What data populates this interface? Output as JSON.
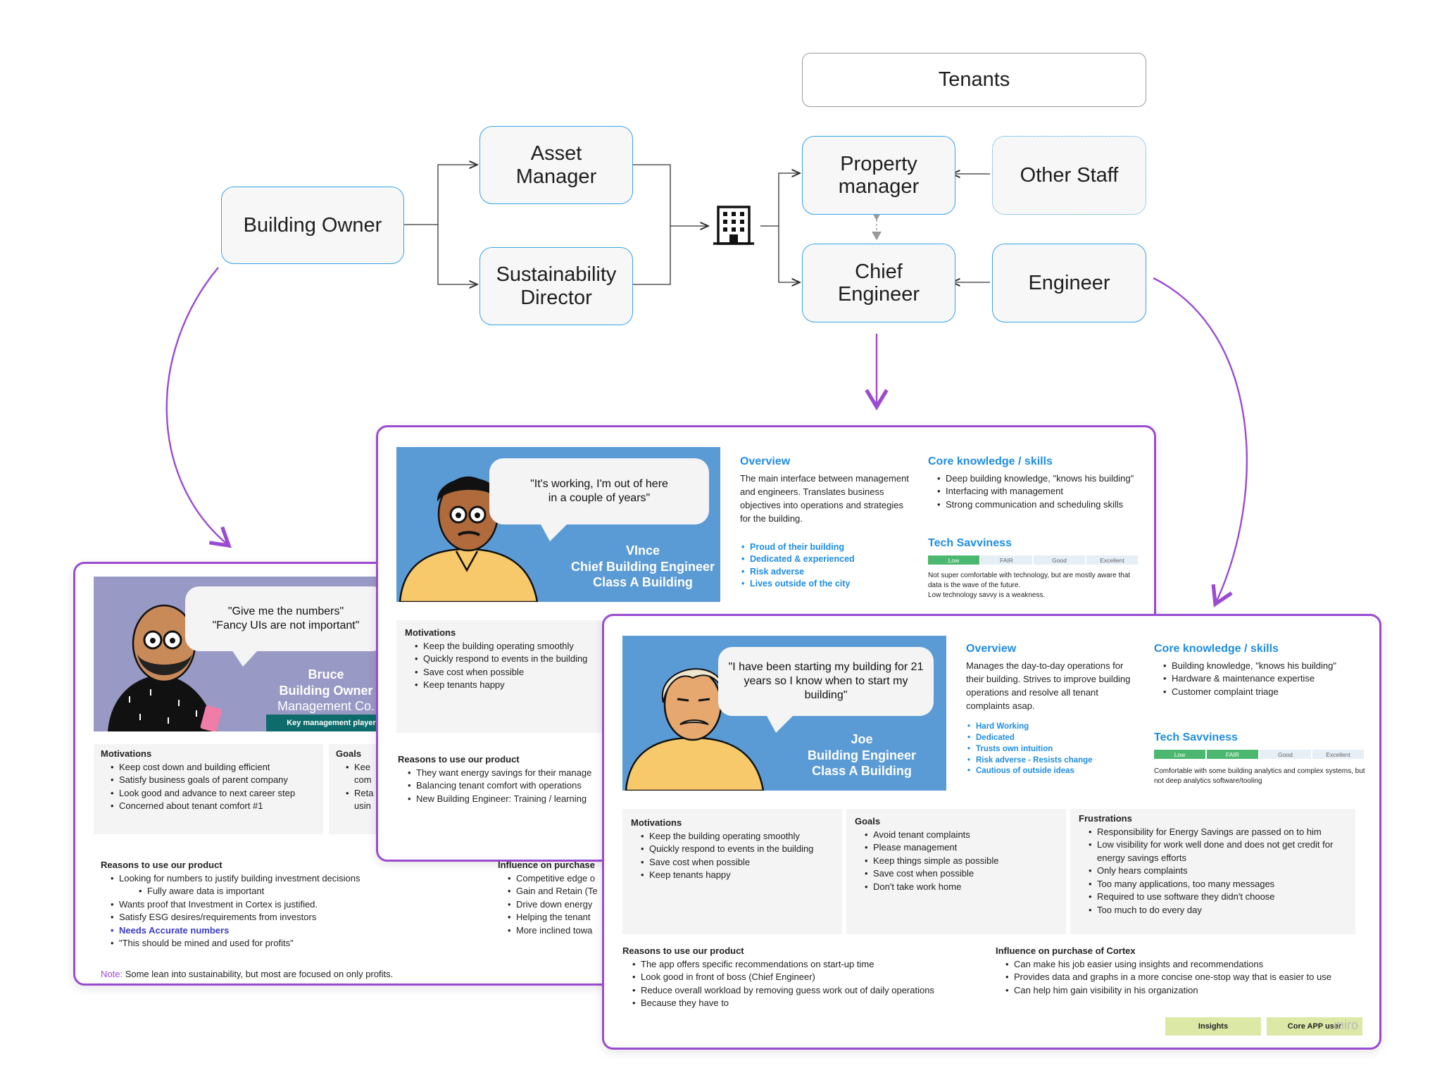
{
  "org": {
    "building_owner": "Building Owner",
    "asset_manager": "Asset\nManager",
    "sustainability_director": "Sustainability\nDirector",
    "tenants": "Tenants",
    "property_manager": "Property\nmanager",
    "other_staff": "Other Staff",
    "chief_engineer": "Chief\nEngineer",
    "engineer": "Engineer",
    "building_icon": "building-icon"
  },
  "bruce": {
    "quote": "\"Give me the numbers\"\n\"Fancy UIs are not important\"",
    "name": "Bruce",
    "role": "Building Owner",
    "company": "Management Co.",
    "badge": "Key management player",
    "motivations_title": "Motivations",
    "motivations": [
      "Keep cost down and building efficient",
      "Satisfy business goals of parent company",
      "Look good and advance to next career step",
      "Concerned about tenant comfort #1"
    ],
    "goals_title": "Goals",
    "goals": [
      "Kee",
      "com",
      "Reta",
      "usin"
    ],
    "reasons_title": "Reasons to use our product",
    "reasons": [
      "Looking for numbers to justify building investment decisions",
      "Wants proof that Investment in Cortex is justified.",
      "Satisfy ESG desires/requirements from investors",
      "Needs Accurate numbers",
      "\"This should be mined and used for profits\""
    ],
    "reasons_sub": "Fully aware data is important",
    "influence_title": "Influence on purchase",
    "influence": [
      "Competitive edge o",
      "Gain and Retain (Te",
      "Drive down energy",
      "Helping the tenant",
      "More inclined towa"
    ],
    "note_label": "Note:",
    "note": "Some lean into sustainability, but most are focused on only profits."
  },
  "vince": {
    "quote": "\"It's working, I'm out of here\nin a couple of years\"",
    "name": "VInce",
    "role": "Chief Building Engineer",
    "building": "Class A Building",
    "overview_title": "Overview",
    "overview": "The main interface between management and engineers. Translates business objectives into operations and strategies for the building.",
    "traits": [
      "Proud of their building",
      "Dedicated & experienced",
      "Risk adverse",
      "Lives outside of the city"
    ],
    "core_title": "Core knowledge / skills",
    "core": [
      "Deep building knowledge, \"knows his building\"",
      "Interfacing with management",
      "Strong communication and scheduling skills"
    ],
    "tech_title": "Tech Savviness",
    "scale": [
      "Low",
      "FAIR",
      "Good",
      "Excellent"
    ],
    "tech_level": 1,
    "tech_note": "Not super comfortable with technology, but are mostly aware that data is the wave of the future.\nLow technology savvy is a weakness.",
    "motivations_title": "Motivations",
    "motivations": [
      "Keep the building operating smoothly",
      "Quickly respond to events in the building",
      "Save cost when possible",
      "Keep tenants happy"
    ],
    "reasons_title": "Reasons to use our product",
    "reasons": [
      "They want energy savings for their manage",
      "Balancing tenant comfort with operations",
      "New Building Engineer: Training / learning"
    ]
  },
  "joe": {
    "quote": "\"I have been starting my building for 21\nyears so I know when to start my\nbuilding\"",
    "name": "Joe",
    "role": "Building Engineer",
    "building": "Class A Building",
    "overview_title": "Overview",
    "overview": "Manages the day-to-day operations for their building. Strives to improve building operations and resolve all tenant complaints asap.",
    "traits": [
      "Hard Working",
      "Dedicated",
      "Trusts own intuition",
      "Risk adverse - Resists change",
      "Cautious of outside ideas"
    ],
    "core_title": "Core knowledge / skills",
    "core": [
      "Building knowledge, \"knows his building\"",
      "Hardware & maintenance expertise",
      "Customer complaint triage"
    ],
    "tech_title": "Tech Savviness",
    "scale": [
      "Low",
      "FAIR",
      "Good",
      "Excellent"
    ],
    "tech_level": 2,
    "tech_note": "Comfortable with some building analytics and complex systems, but not deep analytics software/tooling",
    "motivations_title": "Motivations",
    "motivations": [
      "Keep the building operating smoothly",
      "Quickly respond to events in the building",
      "Save cost when possible",
      "Keep tenants happy"
    ],
    "goals_title": "Goals",
    "goals": [
      "Avoid tenant complaints",
      "Please management",
      "Keep things simple as possible",
      "Save cost when possible",
      "Don't take work home"
    ],
    "frustrations_title": "Frustrations",
    "frustrations": [
      "Responsibility for Energy Savings are passed on to him",
      "Low visibility for work well done and does not get credit for energy savings efforts",
      "Only hears complaints",
      "Too many applications, too many messages",
      "Required to use software they didn't choose",
      "Too much to do every day"
    ],
    "reasons_title": "Reasons to use our product",
    "reasons": [
      "The app offers specific recommendations on start-up time",
      "Look good in front of boss (Chief Engineer)",
      "Reduce overall workload by removing guess work out of daily operations",
      "Because they have to"
    ],
    "influence_title": "Influence on purchase of Cortex",
    "influence": [
      "Can make his job easier using insights and recommendations",
      "Provides data and graphs in a more concise one-stop way that is easier to use",
      "Can help him gain visibility in his organization"
    ],
    "tag1": "Insights",
    "tag2": "Core APP user"
  },
  "watermark": "miro",
  "colors": {
    "accent_blue": "#36a3e6",
    "purple": "#9b4bd0",
    "title_blue": "#1f8de0",
    "hero_blue": "#5b9bd5",
    "hero_lavender": "#9999c5",
    "tag_green": "#dce8a6",
    "teal": "#0e6b6b"
  }
}
